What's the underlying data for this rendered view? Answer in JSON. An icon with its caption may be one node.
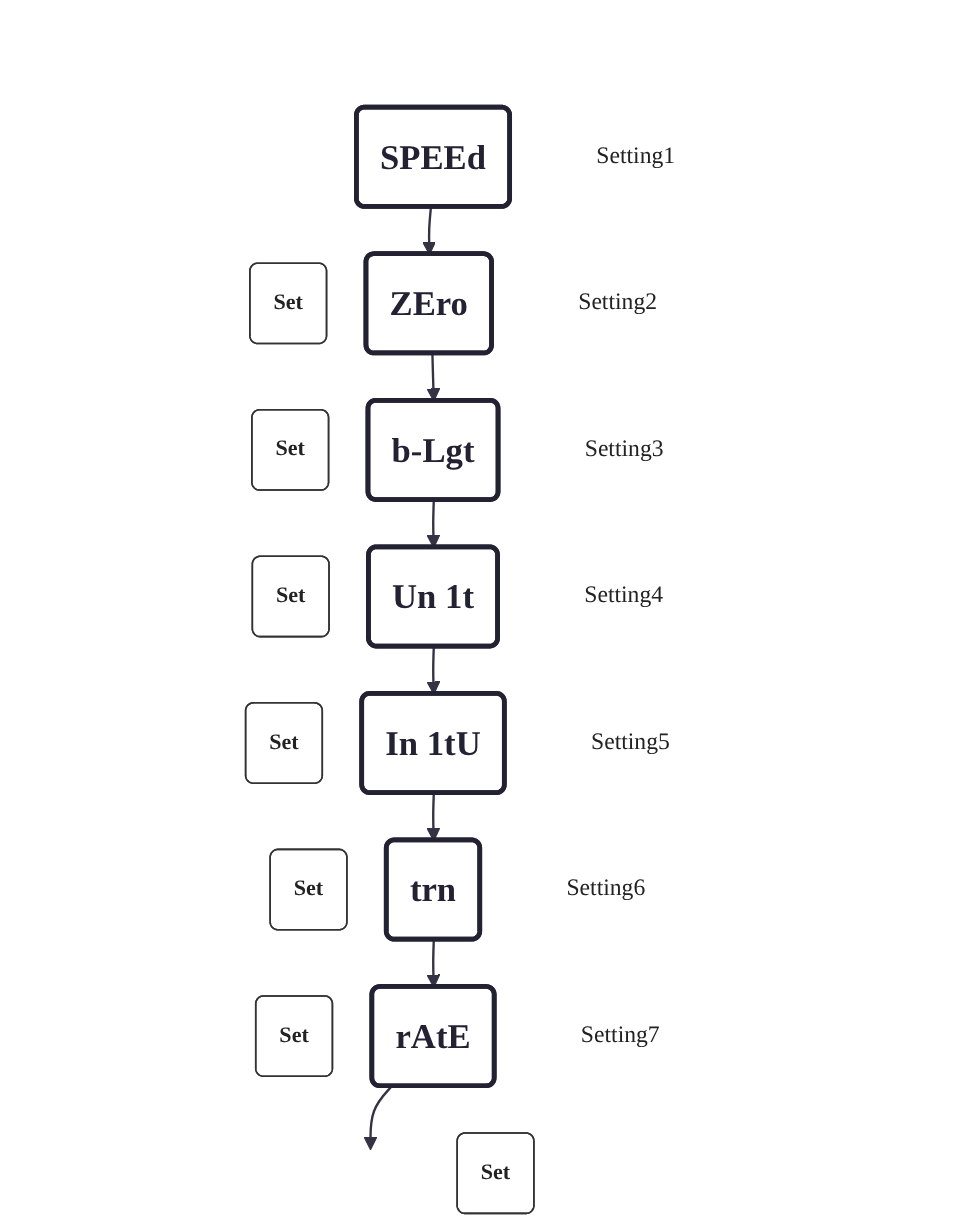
{
  "diagram": {
    "nodes": [
      {
        "text": [
          "SPEEd"
        ],
        "beside": [
          "Setting1"
        ]
      },
      {
        "text": [
          "Set"
        ]
      },
      {
        "text": [
          "ZEro"
        ],
        "beside": [
          "Setting2"
        ]
      },
      {
        "text": [
          "Set"
        ]
      },
      {
        "text": [
          "b-Lgt"
        ],
        "beside": [
          "Setting3"
        ]
      },
      {
        "text": [
          "Set"
        ]
      },
      {
        "text": [
          "Un 1t"
        ],
        "beside": [
          "Setting4"
        ]
      },
      {
        "text": [
          "Set"
        ]
      },
      {
        "text": [
          "In 1tU"
        ],
        "beside": [
          "Setting5"
        ]
      },
      {
        "text": [
          "Set"
        ]
      },
      {
        "text": [
          "trn"
        ],
        "beside": [
          "Setting6"
        ]
      },
      {
        "text": [
          "Set"
        ]
      },
      {
        "text": [
          "rAtE"
        ],
        "beside": [
          "Setting7"
        ]
      },
      {
        "text": [
          "Set"
        ]
      }
    ],
    "edges": [
      {
        "from": 0,
        "to": 2,
        "arrow": "to"
      },
      {
        "from": 2,
        "to": 4,
        "arrow": "to"
      },
      {
        "from": 4,
        "to": 6,
        "arrow": "to"
      },
      {
        "from": 6,
        "to": 8,
        "arrow": "to"
      },
      {
        "from": 8,
        "to": 10,
        "arrow": "to"
      },
      {
        "from": 10,
        "to": 12,
        "arrow": "to"
      },
      {
        "from": 12,
        "to": null,
        "arrow": "to"
      }
    ]
  }
}
